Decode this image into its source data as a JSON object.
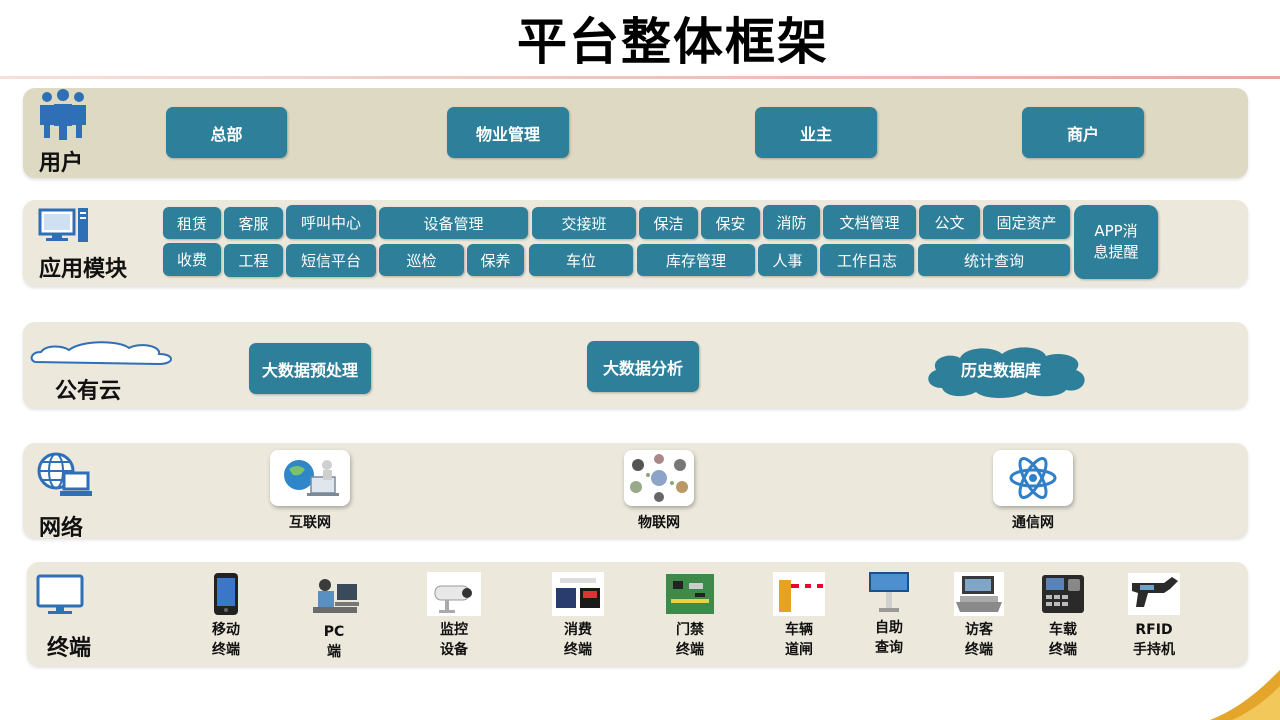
{
  "title": "平台整体框架",
  "users": {
    "label": "用户",
    "items": [
      "总部",
      "物业管理",
      "业主",
      "商户"
    ]
  },
  "modules": {
    "label": "应用模块",
    "row1": [
      "租赁",
      "客服",
      "呼叫中心",
      "设备管理",
      "交接班",
      "保洁",
      "保安",
      "消防",
      "文档管理",
      "公文",
      "固定资产"
    ],
    "row2": [
      "收费",
      "工程",
      "短信平台",
      "巡检",
      "保养",
      "车位",
      "库存管理",
      "人事",
      "工作日志",
      "统计查询"
    ],
    "app_reminder": "APP消\n息提醒"
  },
  "cloud": {
    "label": "公有云",
    "items": [
      "大数据预处理",
      "大数据分析",
      "历史数据库"
    ]
  },
  "network": {
    "label": "网络",
    "items": [
      "互联网",
      "物联网",
      "通信网"
    ]
  },
  "terminal": {
    "label": "终端",
    "items": [
      "移动\n终端",
      "PC\n端",
      "监控\n设备",
      "消费\n终端",
      "门禁\n终端",
      "车辆\n道闸",
      "自助\n查询",
      "访客\n终端",
      "车载\n终端",
      "RFID\n手持机"
    ]
  },
  "colors": {
    "pill": "#2e7f9a",
    "band_users": "#ded9c3",
    "band": "#ece8dc",
    "icon_blue": "#2f6fb6"
  }
}
